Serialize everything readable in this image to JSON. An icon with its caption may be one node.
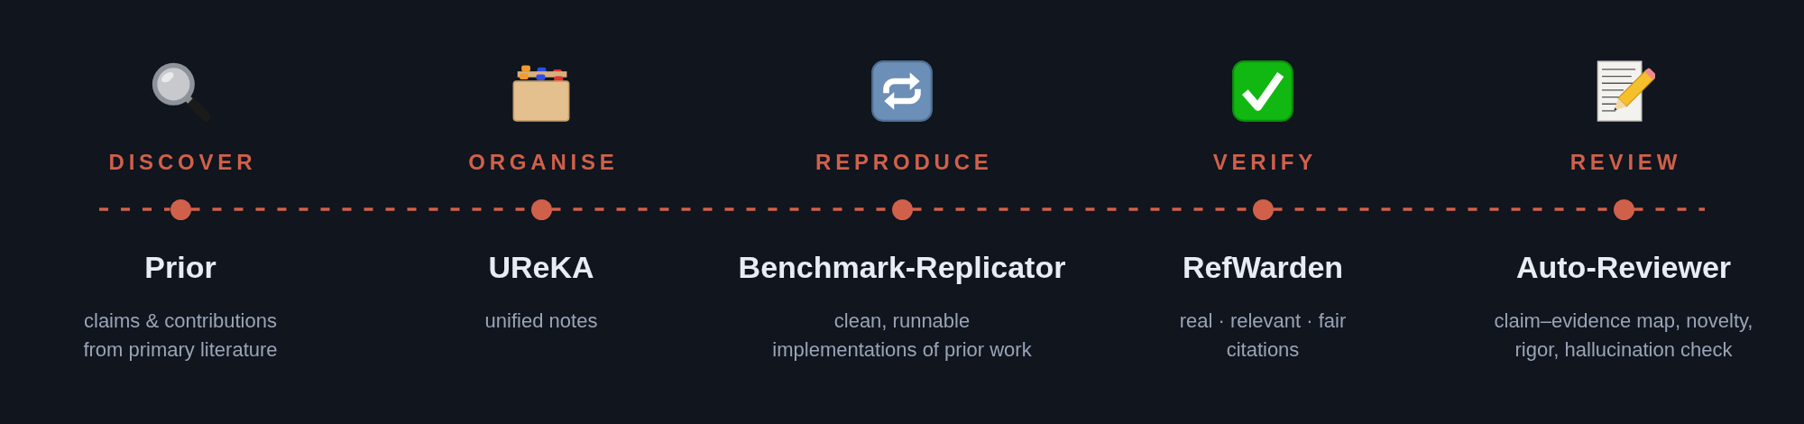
{
  "diagram": {
    "nodes": [
      {
        "text": [],
        "shape": "circle",
        "beside": [
          "DISCOVER",
          "Prior",
          "claims & contributions from primary literature"
        ]
      },
      {
        "text": [],
        "shape": "circle",
        "beside": [
          "ORGANISE",
          "UReKA",
          "unified notes"
        ]
      },
      {
        "text": [],
        "shape": "circle",
        "beside": [
          "REPRODUCE",
          "Benchmark-Replicator",
          "clean, runnable implementations of prior work"
        ]
      },
      {
        "text": [],
        "shape": "circle",
        "beside": [
          "VERIFY",
          "RefWarden",
          "real · relevant · fair citations"
        ]
      },
      {
        "text": [],
        "shape": "circle",
        "beside": [
          "REVIEW",
          "Auto-Reviewer",
          "claim–evidence map, novelty, rigor, hallucination check"
        ]
      }
    ],
    "edges": [
      {
        "from": null,
        "to": 0,
        "arrow": "none",
        "style": "dashed"
      },
      {
        "from": 0,
        "to": 1,
        "arrow": "none",
        "style": "dashed"
      },
      {
        "from": 1,
        "to": 2,
        "arrow": "none",
        "style": "dashed"
      },
      {
        "from": 2,
        "to": 3,
        "arrow": "none",
        "style": "dashed"
      },
      {
        "from": 3,
        "to": 4,
        "arrow": "none",
        "style": "dashed"
      },
      {
        "from": 4,
        "to": null,
        "arrow": "none",
        "style": "dashed"
      }
    ]
  }
}
